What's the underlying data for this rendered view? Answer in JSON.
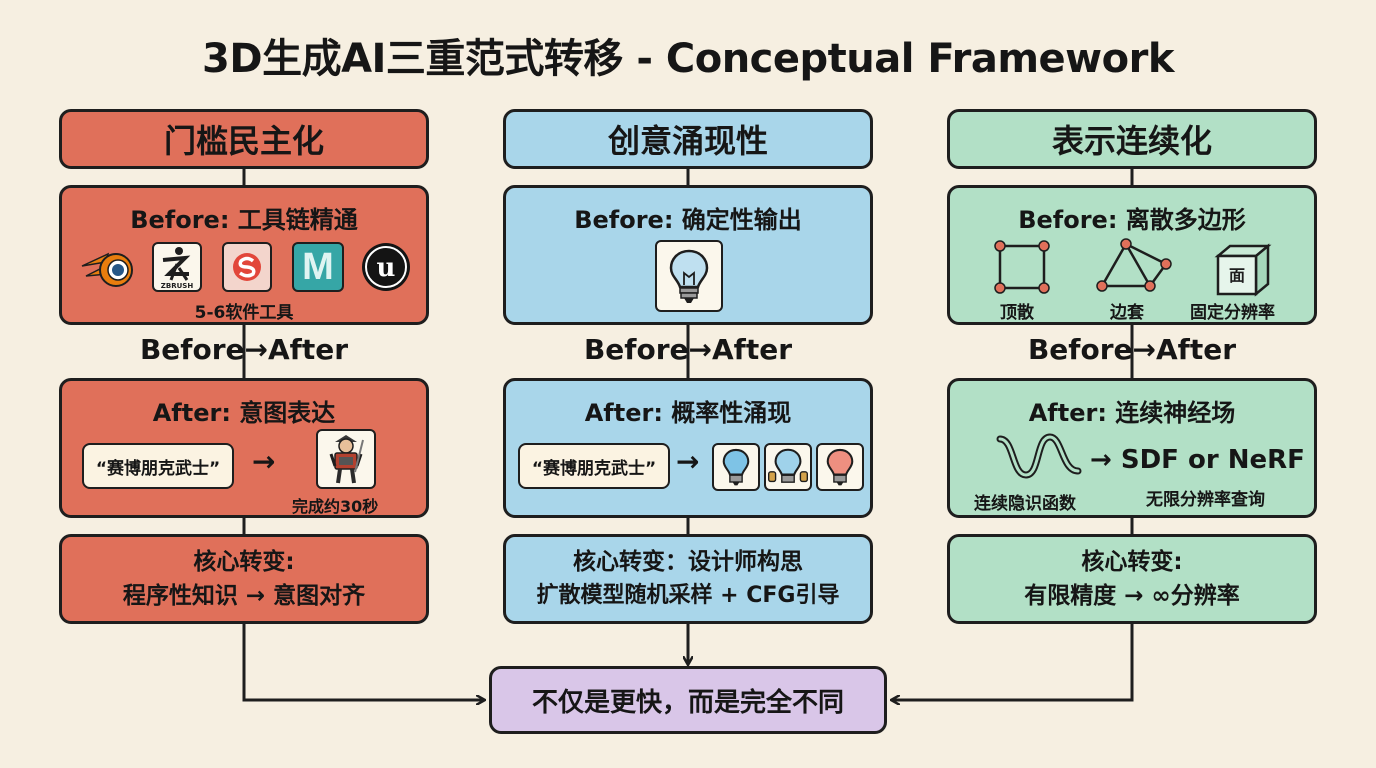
{
  "title": "3D生成AI三重范式转移 - Conceptual Framework",
  "colors": {
    "red": "#e0705a",
    "blue": "#a9d6ea",
    "green": "#b2e0c6",
    "purple": "#d9c6e8",
    "background": "#f6efe1"
  },
  "transition_label": "Before→After",
  "columns": [
    {
      "header": "门槛民主化",
      "before_title": "Before: 工具链精通",
      "tools": [
        "blender-icon",
        "zbrush-icon",
        "substance-icon",
        "maya-icon",
        "unreal-icon"
      ],
      "zbrush_text": "ZBRUSH",
      "maya_letter": "M",
      "unreal_letter": "u",
      "before_caption": "5-6软件工具",
      "after_title": "After: 意图表达",
      "prompt": "“赛博朋克武士”",
      "arrow": "→",
      "after_caption": "完成约30秒",
      "core_line1": "核心转变:",
      "core_line2": "程序性知识 → 意图对齐"
    },
    {
      "header": "创意涌现性",
      "before_title": "Before: 确定性输出",
      "after_title": "After: 概率性涌现",
      "prompt": "“赛博朋克武士”",
      "arrow": "→",
      "core_line1": "核心转变：设计师构思",
      "core_line2": "扩散模型随机采样 + CFG引导"
    },
    {
      "header": "表示连续化",
      "before_title": "Before: 离散多边形",
      "shape_labels": [
        "顶散",
        "边套",
        "固定分辨率"
      ],
      "cube_face_label": "面",
      "after_title": "After: 连续神经场",
      "result": "→ SDF or NeRF",
      "after_caption_left": "连续隐识函数",
      "after_caption_right": "无限分辨率查询",
      "core_line1": "核心转变:",
      "core_line2": "有限精度 → ∞分辨率"
    }
  ],
  "conclusion": "不仅是更快，而是完全不同"
}
